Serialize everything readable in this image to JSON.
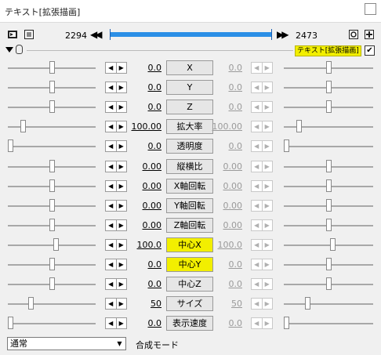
{
  "window": {
    "title": "テキスト[拡張描画]"
  },
  "toolbar": {
    "start_frame": "2294",
    "end_frame": "2473",
    "rewind_label": "◀◀",
    "forward_label": "▶▶",
    "icon_names": [
      "camera-icon",
      "export-icon",
      "settings-icon",
      "add-icon"
    ]
  },
  "object": {
    "tag_label": "テキスト[拡張描画]",
    "checked": "✔"
  },
  "arrow_left": "◀",
  "arrow_right": "▶",
  "params": [
    {
      "left": "0.0",
      "button": "X",
      "right": "0.0",
      "left_pos": 0.5,
      "right_pos": 0.5
    },
    {
      "left": "0.0",
      "button": "Y",
      "right": "0.0",
      "left_pos": 0.5,
      "right_pos": 0.5
    },
    {
      "left": "0.0",
      "button": "Z",
      "right": "0.0",
      "left_pos": 0.5,
      "right_pos": 0.5
    },
    {
      "left": "100.00",
      "button": "拡大率",
      "right": "100.00",
      "left_pos": 0.15,
      "right_pos": 0.15
    },
    {
      "left": "0.0",
      "button": "透明度",
      "right": "0.0",
      "left_pos": 0.0,
      "right_pos": 0.0
    },
    {
      "left": "0.00",
      "button": "縦横比",
      "right": "0.00",
      "left_pos": 0.5,
      "right_pos": 0.5
    },
    {
      "left": "0.00",
      "button": "X軸回転",
      "right": "0.00",
      "left_pos": 0.5,
      "right_pos": 0.5
    },
    {
      "left": "0.00",
      "button": "Y軸回転",
      "right": "0.00",
      "left_pos": 0.5,
      "right_pos": 0.5
    },
    {
      "left": "0.00",
      "button": "Z軸回転",
      "right": "0.00",
      "left_pos": 0.5,
      "right_pos": 0.5
    },
    {
      "left": "100.0",
      "button": "中心X",
      "right": "100.0",
      "left_pos": 0.55,
      "right_pos": 0.55,
      "highlight": true
    },
    {
      "left": "0.0",
      "button": "中心Y",
      "right": "0.0",
      "left_pos": 0.5,
      "right_pos": 0.5,
      "highlight": true
    },
    {
      "left": "0.0",
      "button": "中心Z",
      "right": "0.0",
      "left_pos": 0.5,
      "right_pos": 0.5
    },
    {
      "left": "50",
      "button": "サイズ",
      "right": "50",
      "left_pos": 0.25,
      "right_pos": 0.25
    },
    {
      "left": "0.0",
      "button": "表示速度",
      "right": "0.0",
      "left_pos": 0.0,
      "right_pos": 0.0
    }
  ],
  "blend": {
    "mode": "通常",
    "label": "合成モード",
    "dropdown_glyph": "▼"
  },
  "colors": {
    "accent_blue": "#2b8fe6",
    "highlight_yellow": "#f2ef00"
  }
}
